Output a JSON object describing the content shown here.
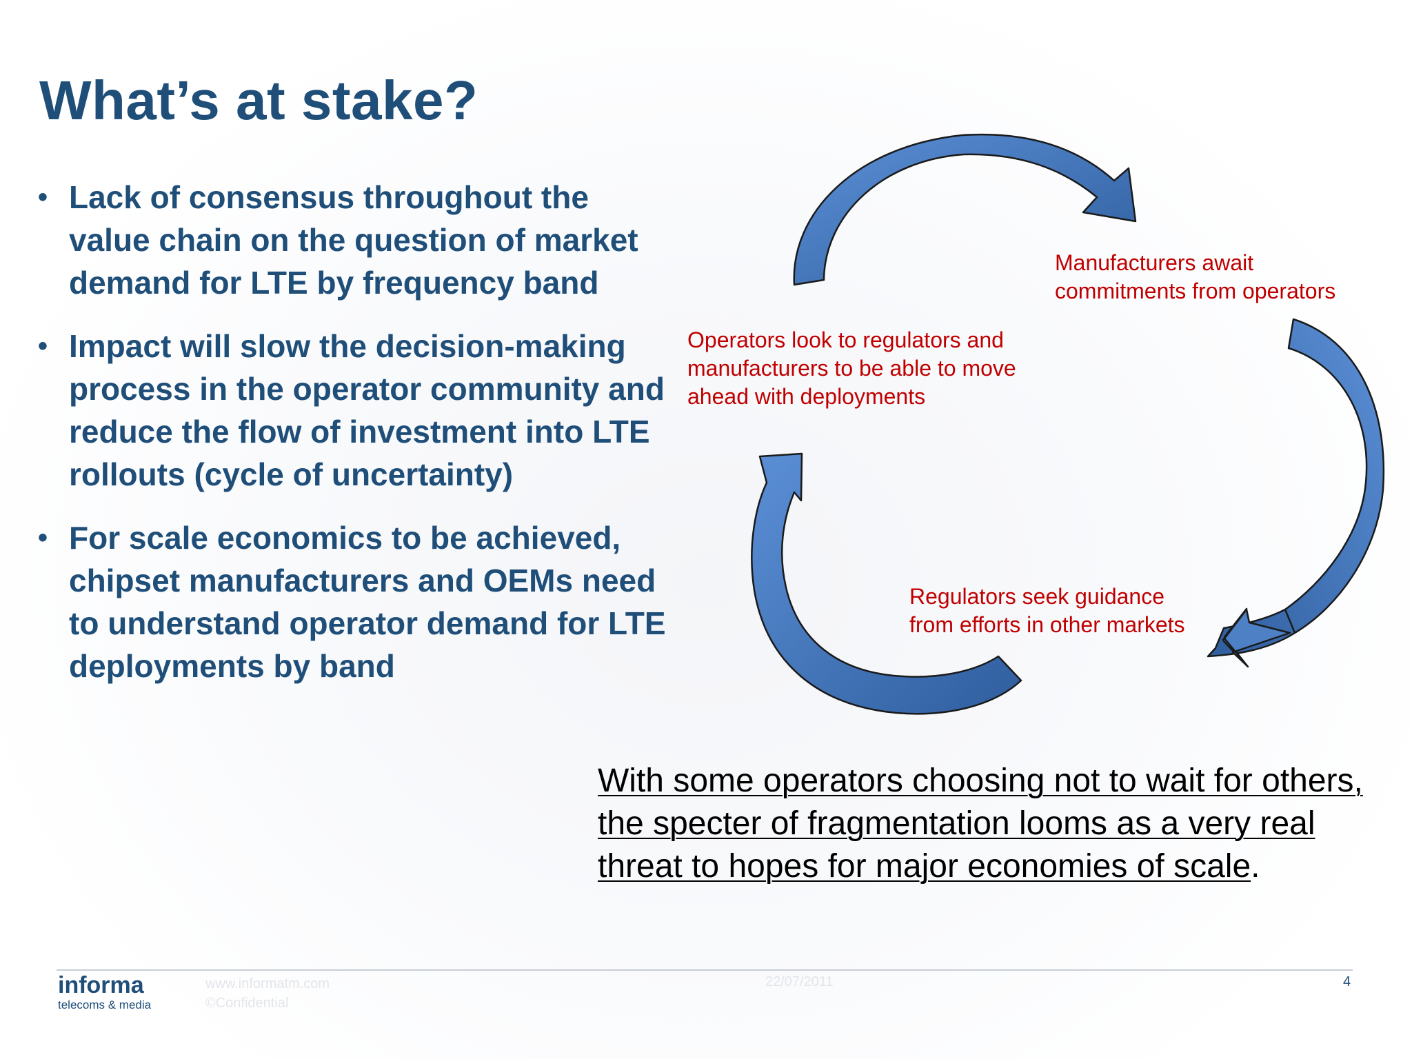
{
  "slide": {
    "title": "What’s at stake?",
    "bullets": [
      {
        "text": "Lack of consensus throughout the value chain on the question of market demand for LTE by frequency band"
      },
      {
        "text": "Impact will slow the decision-making process in the operator community and reduce the flow of investment into LTE rollouts (cycle of uncertainty)"
      },
      {
        "text": "For scale economics to be achieved, chipset manufacturers and OEMs need to understand operator demand for LTE deployments by band"
      }
    ],
    "bullet_symbol": "•"
  },
  "cycle": {
    "manufacturers": [
      "Manufacturers await",
      "commitments from operators"
    ],
    "operators": [
      "Operators look to regulators and",
      "manufacturers to be able to move",
      "ahead with deployments"
    ],
    "regulators": [
      "Regulators seek guidance",
      "from efforts in other markets"
    ]
  },
  "callout": {
    "underlined": "With some operators choosing not to wait for others, the specter of fragmentation looms as a very real threat to hopes for major economies of scale",
    "trailing": "."
  },
  "footer": {
    "logo_main": "informa",
    "logo_sub": "telecoms & media",
    "website": "www.informatm.com",
    "confidential": "©Confidential",
    "date": "22/07/2011",
    "page_number": "4"
  },
  "colors": {
    "title": "#1f4e79",
    "cycle_text": "#c00000",
    "arrow_light": "#5b8fd6",
    "arrow_dark": "#2f5e9e"
  }
}
